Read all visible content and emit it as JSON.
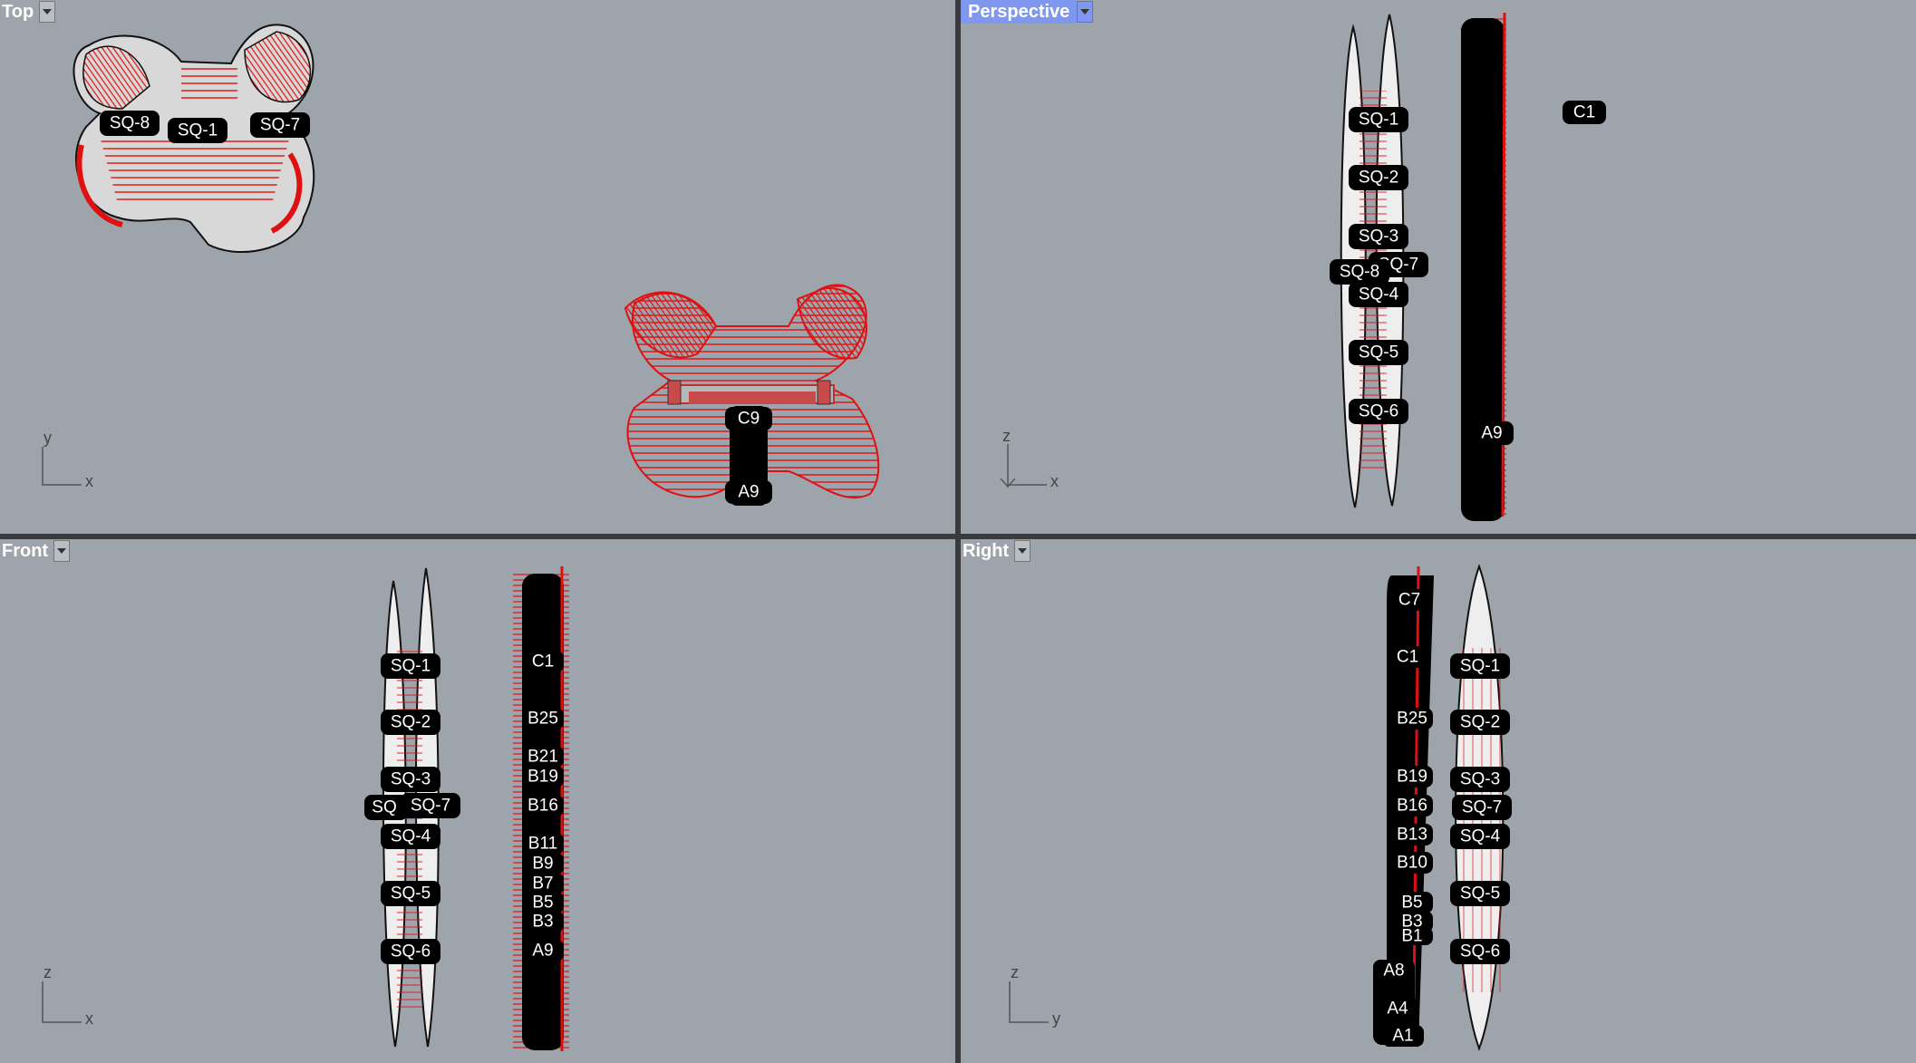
{
  "viewports": {
    "top": {
      "title": "Top",
      "axes": {
        "h": "x",
        "v": "y"
      }
    },
    "perspective": {
      "title": "Perspective",
      "axes": {
        "h": "x",
        "v": "z"
      }
    },
    "front": {
      "title": "Front",
      "axes": {
        "h": "x",
        "v": "z"
      }
    },
    "right": {
      "title": "Right",
      "axes": {
        "h": "y",
        "v": "z"
      }
    }
  },
  "labels": {
    "top": [
      "SQ-8",
      "SQ-1",
      "SQ-7",
      "C9",
      "A9"
    ],
    "perspective": [
      "SQ-1",
      "SQ-2",
      "SQ-3",
      "SQ-7",
      "SQ-8",
      "SQ-4",
      "SQ-5",
      "SQ-6",
      "C1",
      "A9"
    ],
    "front": [
      "SQ-1",
      "SQ-2",
      "SQ-3",
      "SQ",
      "SQ-7",
      "SQ-4",
      "SQ-5",
      "SQ-6",
      "C1",
      "B25",
      "B21",
      "B19",
      "B16",
      "B11",
      "B9",
      "B7",
      "B5",
      "B3",
      "A9"
    ],
    "right": [
      "C7",
      "C1",
      "B25",
      "B19",
      "B16",
      "B13",
      "B10",
      "B5",
      "B3",
      "B1",
      "A8",
      "A4",
      "A1",
      "SQ-1",
      "SQ-2",
      "SQ-3",
      "SQ-7",
      "SQ-4",
      "SQ-5",
      "SQ-6"
    ]
  },
  "colors": {
    "viewport_bg": "#9ea4ab",
    "active_tab": "#7f97ee",
    "geometry_red": "#e01010"
  },
  "icons": {
    "dropdown": "chevron-down-icon"
  }
}
